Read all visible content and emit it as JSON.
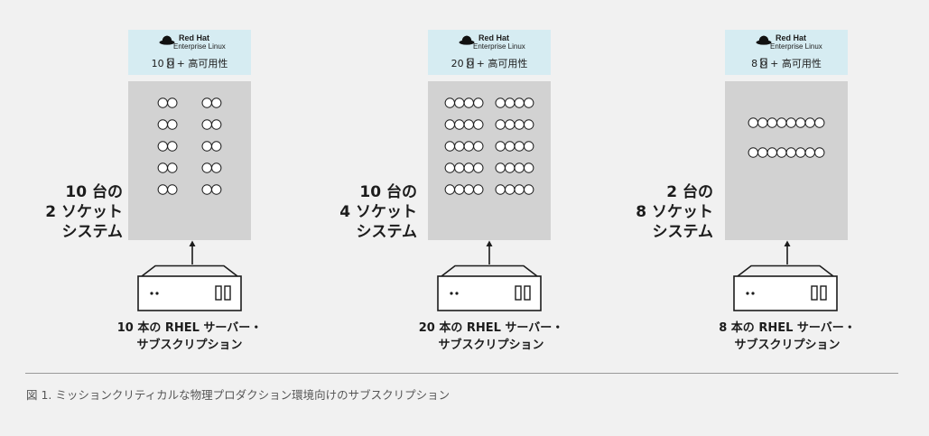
{
  "redhat": {
    "brand": "Red Hat",
    "product": "Enterprise Linux",
    "addon": "+ 高可用性"
  },
  "configs": [
    {
      "subscription_count": "10",
      "socket_dots_per_group": 2,
      "socket_groups_per_row": 2,
      "socket_rows": 5,
      "system_label": [
        "10 台の",
        "2 ソケット",
        "システム"
      ],
      "server_label": [
        "10 本の RHEL サーバー・",
        "サブスクリプション"
      ]
    },
    {
      "subscription_count": "20",
      "socket_dots_per_group": 4,
      "socket_groups_per_row": 2,
      "socket_rows": 5,
      "system_label": [
        "10 台の",
        "4 ソケット",
        "システム"
      ],
      "server_label": [
        "20 本の RHEL サーバー・",
        "サブスクリプション"
      ]
    },
    {
      "subscription_count": "8",
      "socket_dots_per_group": 8,
      "socket_groups_per_row": 1,
      "socket_rows": 2,
      "system_label": [
        "2 台の",
        "8 ソケット",
        "システム"
      ],
      "server_label": [
        "8 本の RHEL サーバー・",
        "サブスクリプション"
      ]
    }
  ],
  "caption": "図 1. ミッションクリティカルな物理プロダクション環境向けのサブスクリプション",
  "colors": {
    "background": "#f1f1f1",
    "rhel_box": "#d6ecf2",
    "rack": "#d2d2d2",
    "server_stroke": "#1c1c1c",
    "socket_fill": "#ffffff"
  },
  "icons": {
    "brand_logo": "red-hat-fedora-icon",
    "subscription": "subscription-badge-icon",
    "server": "server-icon",
    "arrow": "arrow-up-icon"
  }
}
